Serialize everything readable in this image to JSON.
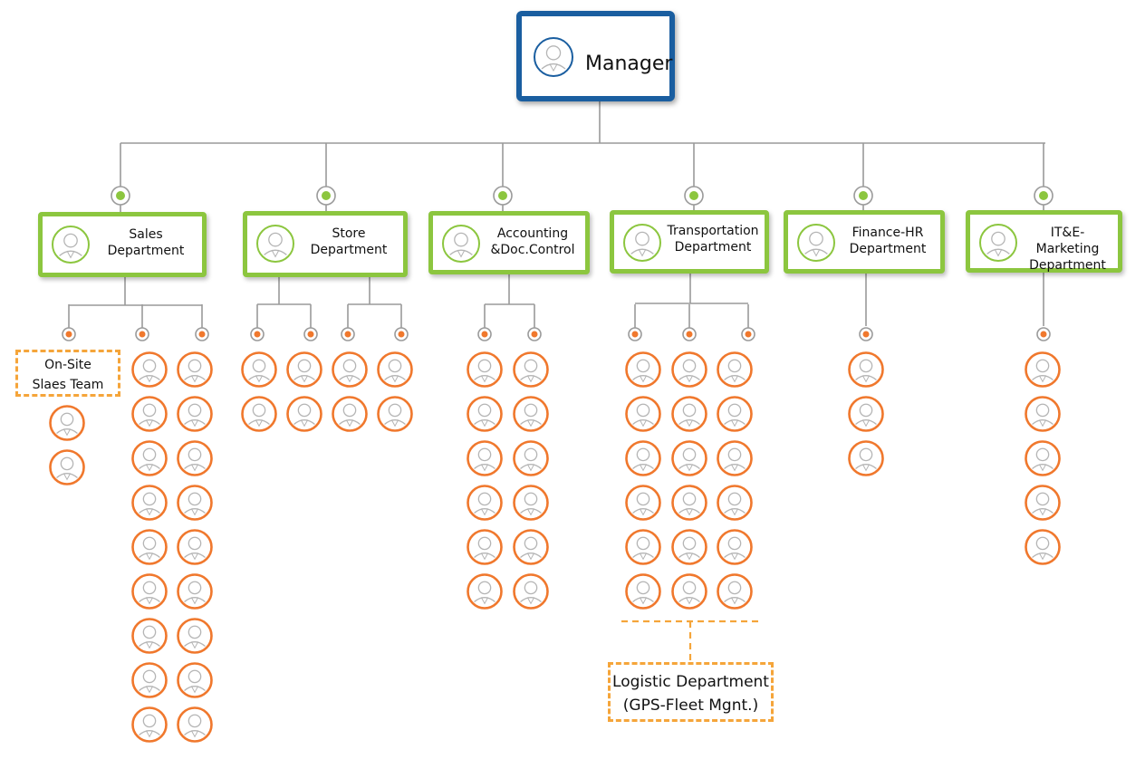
{
  "manager": {
    "label": "Manager"
  },
  "departments": [
    {
      "name": "sales",
      "line1": "Sales",
      "line2": "Department"
    },
    {
      "name": "store",
      "line1": "Store",
      "line2": "Department"
    },
    {
      "name": "accounting",
      "line1": "Accounting",
      "line2": "&Doc.Control"
    },
    {
      "name": "transportation",
      "line1": "Transportation",
      "line2": "Department"
    },
    {
      "name": "finance-hr",
      "line1": "Finance-HR",
      "line2": "Department"
    },
    {
      "name": "it-emarketing",
      "line1": "IT&E-Marketing",
      "line2": "Department"
    }
  ],
  "notes": {
    "onsite": {
      "line1": "On-Site",
      "line2": "Slaes Team"
    },
    "logistic": {
      "line1": "Logistic Department",
      "line2": "(GPS-Fleet Mgnt.)"
    }
  },
  "staff_counts": {
    "sales": [
      2,
      9,
      9
    ],
    "store": [
      2,
      2,
      2,
      2
    ],
    "accounting": [
      6,
      6
    ],
    "transportation": [
      6,
      6,
      6
    ],
    "finance-hr": [
      3
    ],
    "it-emarketing": [
      5
    ]
  },
  "colors": {
    "manager_border": "#1a5ea0",
    "department_border": "#8cc63f",
    "staff_border": "#f0782d",
    "note_border": "#f5a53a",
    "connector": "#9a9a9a"
  }
}
